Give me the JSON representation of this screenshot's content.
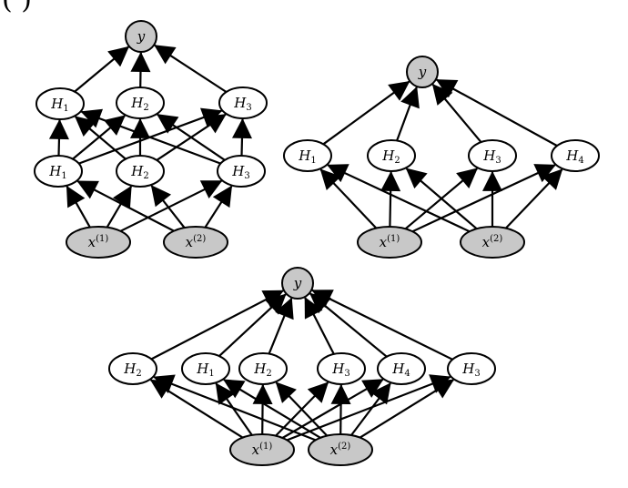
{
  "header": {
    "corner_text": "( )"
  },
  "colors": {
    "input_fill": "#c8c8c8",
    "output_fill": "#c8c8c8",
    "hidden_fill": "#ffffff",
    "stroke": "#000000"
  },
  "diagrams": [
    {
      "id": "top-left",
      "nodes": [
        {
          "id": "y",
          "type": "output",
          "label": "y",
          "sub": ""
        },
        {
          "id": "h1a",
          "type": "hidden",
          "label": "H",
          "sub": "1"
        },
        {
          "id": "h2a",
          "type": "hidden",
          "label": "H",
          "sub": "2"
        },
        {
          "id": "h3a",
          "type": "hidden",
          "label": "H",
          "sub": "3"
        },
        {
          "id": "h1b",
          "type": "hidden",
          "label": "H",
          "sub": "1"
        },
        {
          "id": "h2b",
          "type": "hidden",
          "label": "H",
          "sub": "2"
        },
        {
          "id": "h3b",
          "type": "hidden",
          "label": "H",
          "sub": "3"
        },
        {
          "id": "x1",
          "type": "input",
          "label": "x",
          "sub": "(1)"
        },
        {
          "id": "x2",
          "type": "input",
          "label": "x",
          "sub": "(2)"
        }
      ],
      "edges": [
        [
          "h1a",
          "y"
        ],
        [
          "h2a",
          "y"
        ],
        [
          "h3a",
          "y"
        ],
        [
          "h1b",
          "h1a"
        ],
        [
          "h1b",
          "h2a"
        ],
        [
          "h1b",
          "h3a"
        ],
        [
          "h2b",
          "h1a"
        ],
        [
          "h2b",
          "h2a"
        ],
        [
          "h2b",
          "h3a"
        ],
        [
          "h3b",
          "h1a"
        ],
        [
          "h3b",
          "h2a"
        ],
        [
          "h3b",
          "h3a"
        ],
        [
          "x1",
          "h1b"
        ],
        [
          "x1",
          "h2b"
        ],
        [
          "x1",
          "h3b"
        ],
        [
          "x2",
          "h1b"
        ],
        [
          "x2",
          "h2b"
        ],
        [
          "x2",
          "h3b"
        ]
      ]
    },
    {
      "id": "top-right",
      "nodes": [
        {
          "id": "y",
          "type": "output",
          "label": "y",
          "sub": ""
        },
        {
          "id": "h1",
          "type": "hidden",
          "label": "H",
          "sub": "1"
        },
        {
          "id": "h2",
          "type": "hidden",
          "label": "H",
          "sub": "2"
        },
        {
          "id": "h3",
          "type": "hidden",
          "label": "H",
          "sub": "3"
        },
        {
          "id": "h4",
          "type": "hidden",
          "label": "H",
          "sub": "4"
        },
        {
          "id": "x1",
          "type": "input",
          "label": "x",
          "sub": "(1)"
        },
        {
          "id": "x2",
          "type": "input",
          "label": "x",
          "sub": "(2)"
        }
      ],
      "edges": [
        [
          "h1",
          "y"
        ],
        [
          "h2",
          "y"
        ],
        [
          "h3",
          "y"
        ],
        [
          "h4",
          "y"
        ],
        [
          "x1",
          "h1"
        ],
        [
          "x1",
          "h2"
        ],
        [
          "x1",
          "h3"
        ],
        [
          "x1",
          "h4"
        ],
        [
          "x2",
          "h1"
        ],
        [
          "x2",
          "h2"
        ],
        [
          "x2",
          "h3"
        ],
        [
          "x2",
          "h4"
        ]
      ]
    },
    {
      "id": "bottom",
      "nodes": [
        {
          "id": "y",
          "type": "output",
          "label": "y",
          "sub": ""
        },
        {
          "id": "n1",
          "type": "hidden",
          "label": "H",
          "sub": "2"
        },
        {
          "id": "n2",
          "type": "hidden",
          "label": "H",
          "sub": "1"
        },
        {
          "id": "n3",
          "type": "hidden",
          "label": "H",
          "sub": "2"
        },
        {
          "id": "n4",
          "type": "hidden",
          "label": "H",
          "sub": "3"
        },
        {
          "id": "n5",
          "type": "hidden",
          "label": "H",
          "sub": "4"
        },
        {
          "id": "n6",
          "type": "hidden",
          "label": "H",
          "sub": "3"
        },
        {
          "id": "x1",
          "type": "input",
          "label": "x",
          "sub": "(1)"
        },
        {
          "id": "x2",
          "type": "input",
          "label": "x",
          "sub": "(2)"
        }
      ],
      "edges": [
        [
          "n1",
          "y"
        ],
        [
          "n2",
          "y"
        ],
        [
          "n3",
          "y"
        ],
        [
          "n4",
          "y"
        ],
        [
          "n5",
          "y"
        ],
        [
          "n6",
          "y"
        ],
        [
          "x1",
          "n1"
        ],
        [
          "x1",
          "n2"
        ],
        [
          "x1",
          "n3"
        ],
        [
          "x1",
          "n4"
        ],
        [
          "x1",
          "n5"
        ],
        [
          "x1",
          "n6"
        ],
        [
          "x2",
          "n1"
        ],
        [
          "x2",
          "n2"
        ],
        [
          "x2",
          "n3"
        ],
        [
          "x2",
          "n4"
        ],
        [
          "x2",
          "n5"
        ],
        [
          "x2",
          "n6"
        ]
      ]
    }
  ]
}
